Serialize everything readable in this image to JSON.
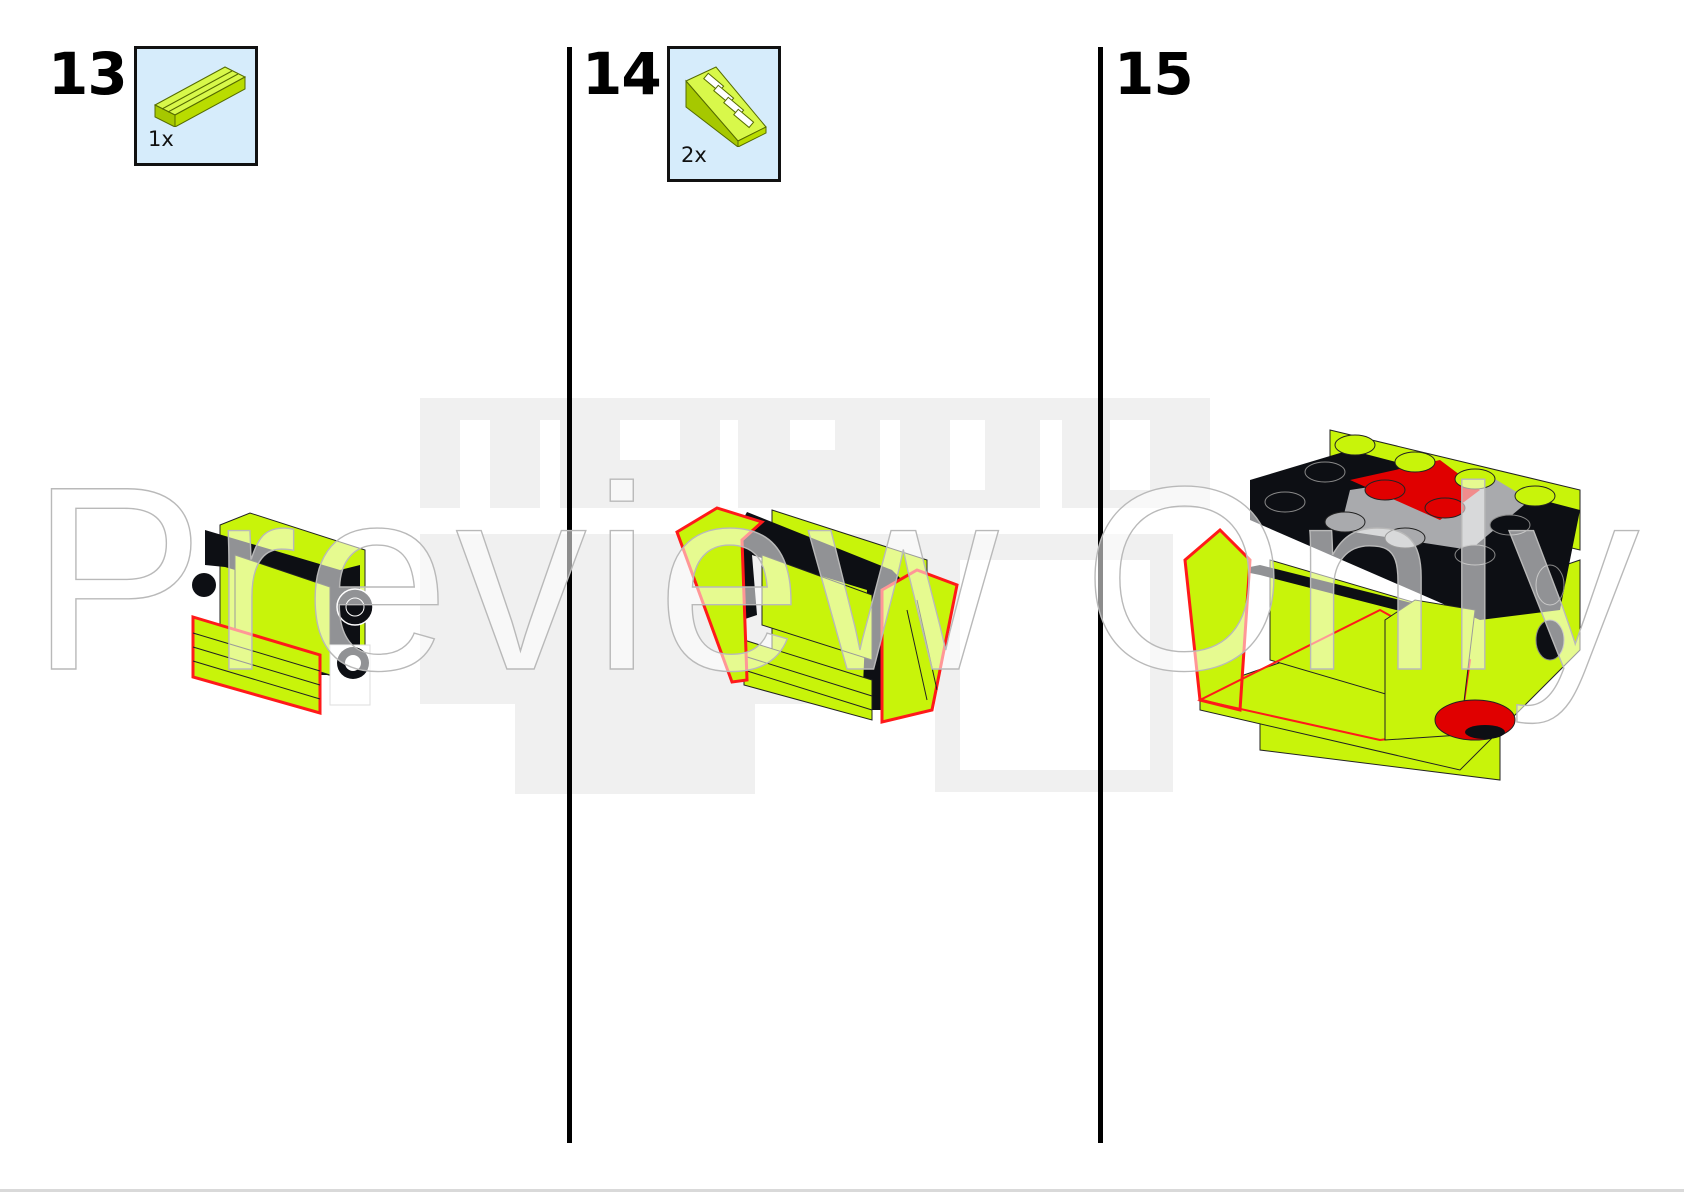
{
  "document": {
    "type": "building-instructions-page",
    "background": "#ffffff"
  },
  "steps": [
    {
      "number": "13",
      "parts": [
        {
          "name": "tile-1x2-grille",
          "quantity": "1x",
          "color": "#c8f40a"
        }
      ]
    },
    {
      "number": "14",
      "parts": [
        {
          "name": "slope-grille-1x2",
          "quantity": "2x",
          "color": "#c8f40a"
        }
      ]
    },
    {
      "number": "15",
      "parts": []
    }
  ],
  "colors": {
    "lime": "#c8f40a",
    "black": "#0d0f14",
    "red": "#e00000",
    "grey": "#a9aaad",
    "callout_bg": "#d6ecfb",
    "highlight_outline": "#ff1a1a"
  },
  "watermark": {
    "logo_text": "ZIGEMANN",
    "overlay_text": "Preview Only"
  }
}
